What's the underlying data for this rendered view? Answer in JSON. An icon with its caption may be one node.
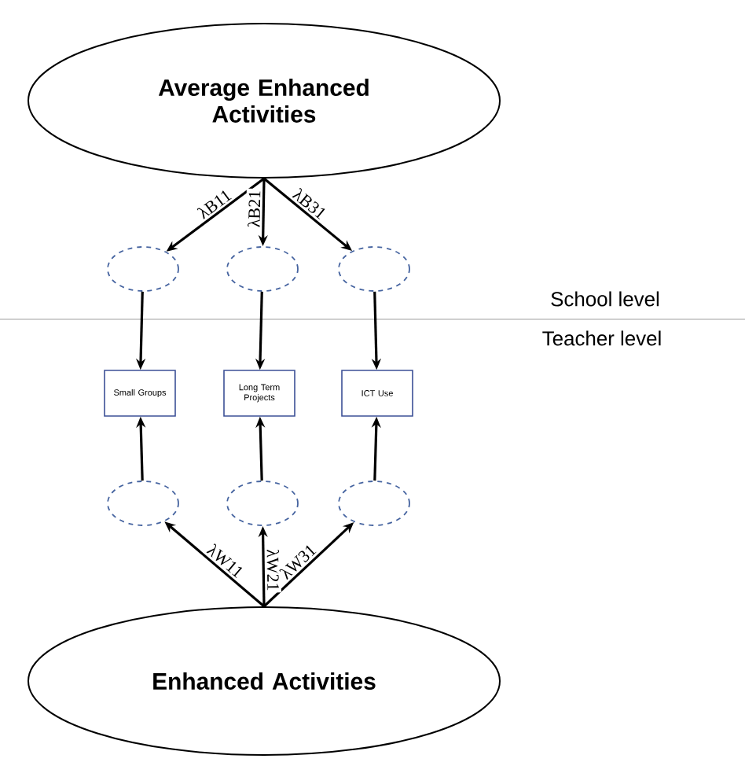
{
  "diagram": {
    "nodes": [
      {
        "text": [
          "Average Enhanced Activities"
        ]
      },
      {
        "text": [],
        "shape": "circle"
      },
      {
        "text": [],
        "shape": "circle"
      },
      {
        "text": [],
        "shape": "circle"
      },
      {
        "text": [
          "Small Groups"
        ]
      },
      {
        "text": [
          "Long Term Projects"
        ]
      },
      {
        "text": [
          "ICT Use"
        ]
      },
      {
        "text": [],
        "shape": "circle"
      },
      {
        "text": [],
        "shape": "circle"
      },
      {
        "text": [],
        "shape": "circle"
      },
      {
        "text": [
          "Enhanced Activities"
        ]
      }
    ],
    "edges": [
      {
        "from": 0,
        "to": 1,
        "arrow": "to",
        "label": "λB11"
      },
      {
        "from": 0,
        "to": 2,
        "arrow": "to",
        "label": "λB21"
      },
      {
        "from": 0,
        "to": 3,
        "arrow": "to",
        "label": "λB31"
      },
      {
        "from": 1,
        "to": 4,
        "arrow": "to"
      },
      {
        "from": 2,
        "to": 5,
        "arrow": "to"
      },
      {
        "from": 3,
        "to": 6,
        "arrow": "to"
      },
      {
        "from": 7,
        "to": 4,
        "arrow": "to"
      },
      {
        "from": 8,
        "to": 5,
        "arrow": "to"
      },
      {
        "from": 9,
        "to": 6,
        "arrow": "to"
      },
      {
        "from": 10,
        "to": 7,
        "arrow": "to",
        "label": "λW11"
      },
      {
        "from": 10,
        "to": 8,
        "arrow": "to",
        "label": "λW21"
      },
      {
        "from": 10,
        "to": 9,
        "arrow": "to",
        "label": "λW31"
      }
    ],
    "labels": [
      "School level",
      "Teacher level"
    ]
  }
}
